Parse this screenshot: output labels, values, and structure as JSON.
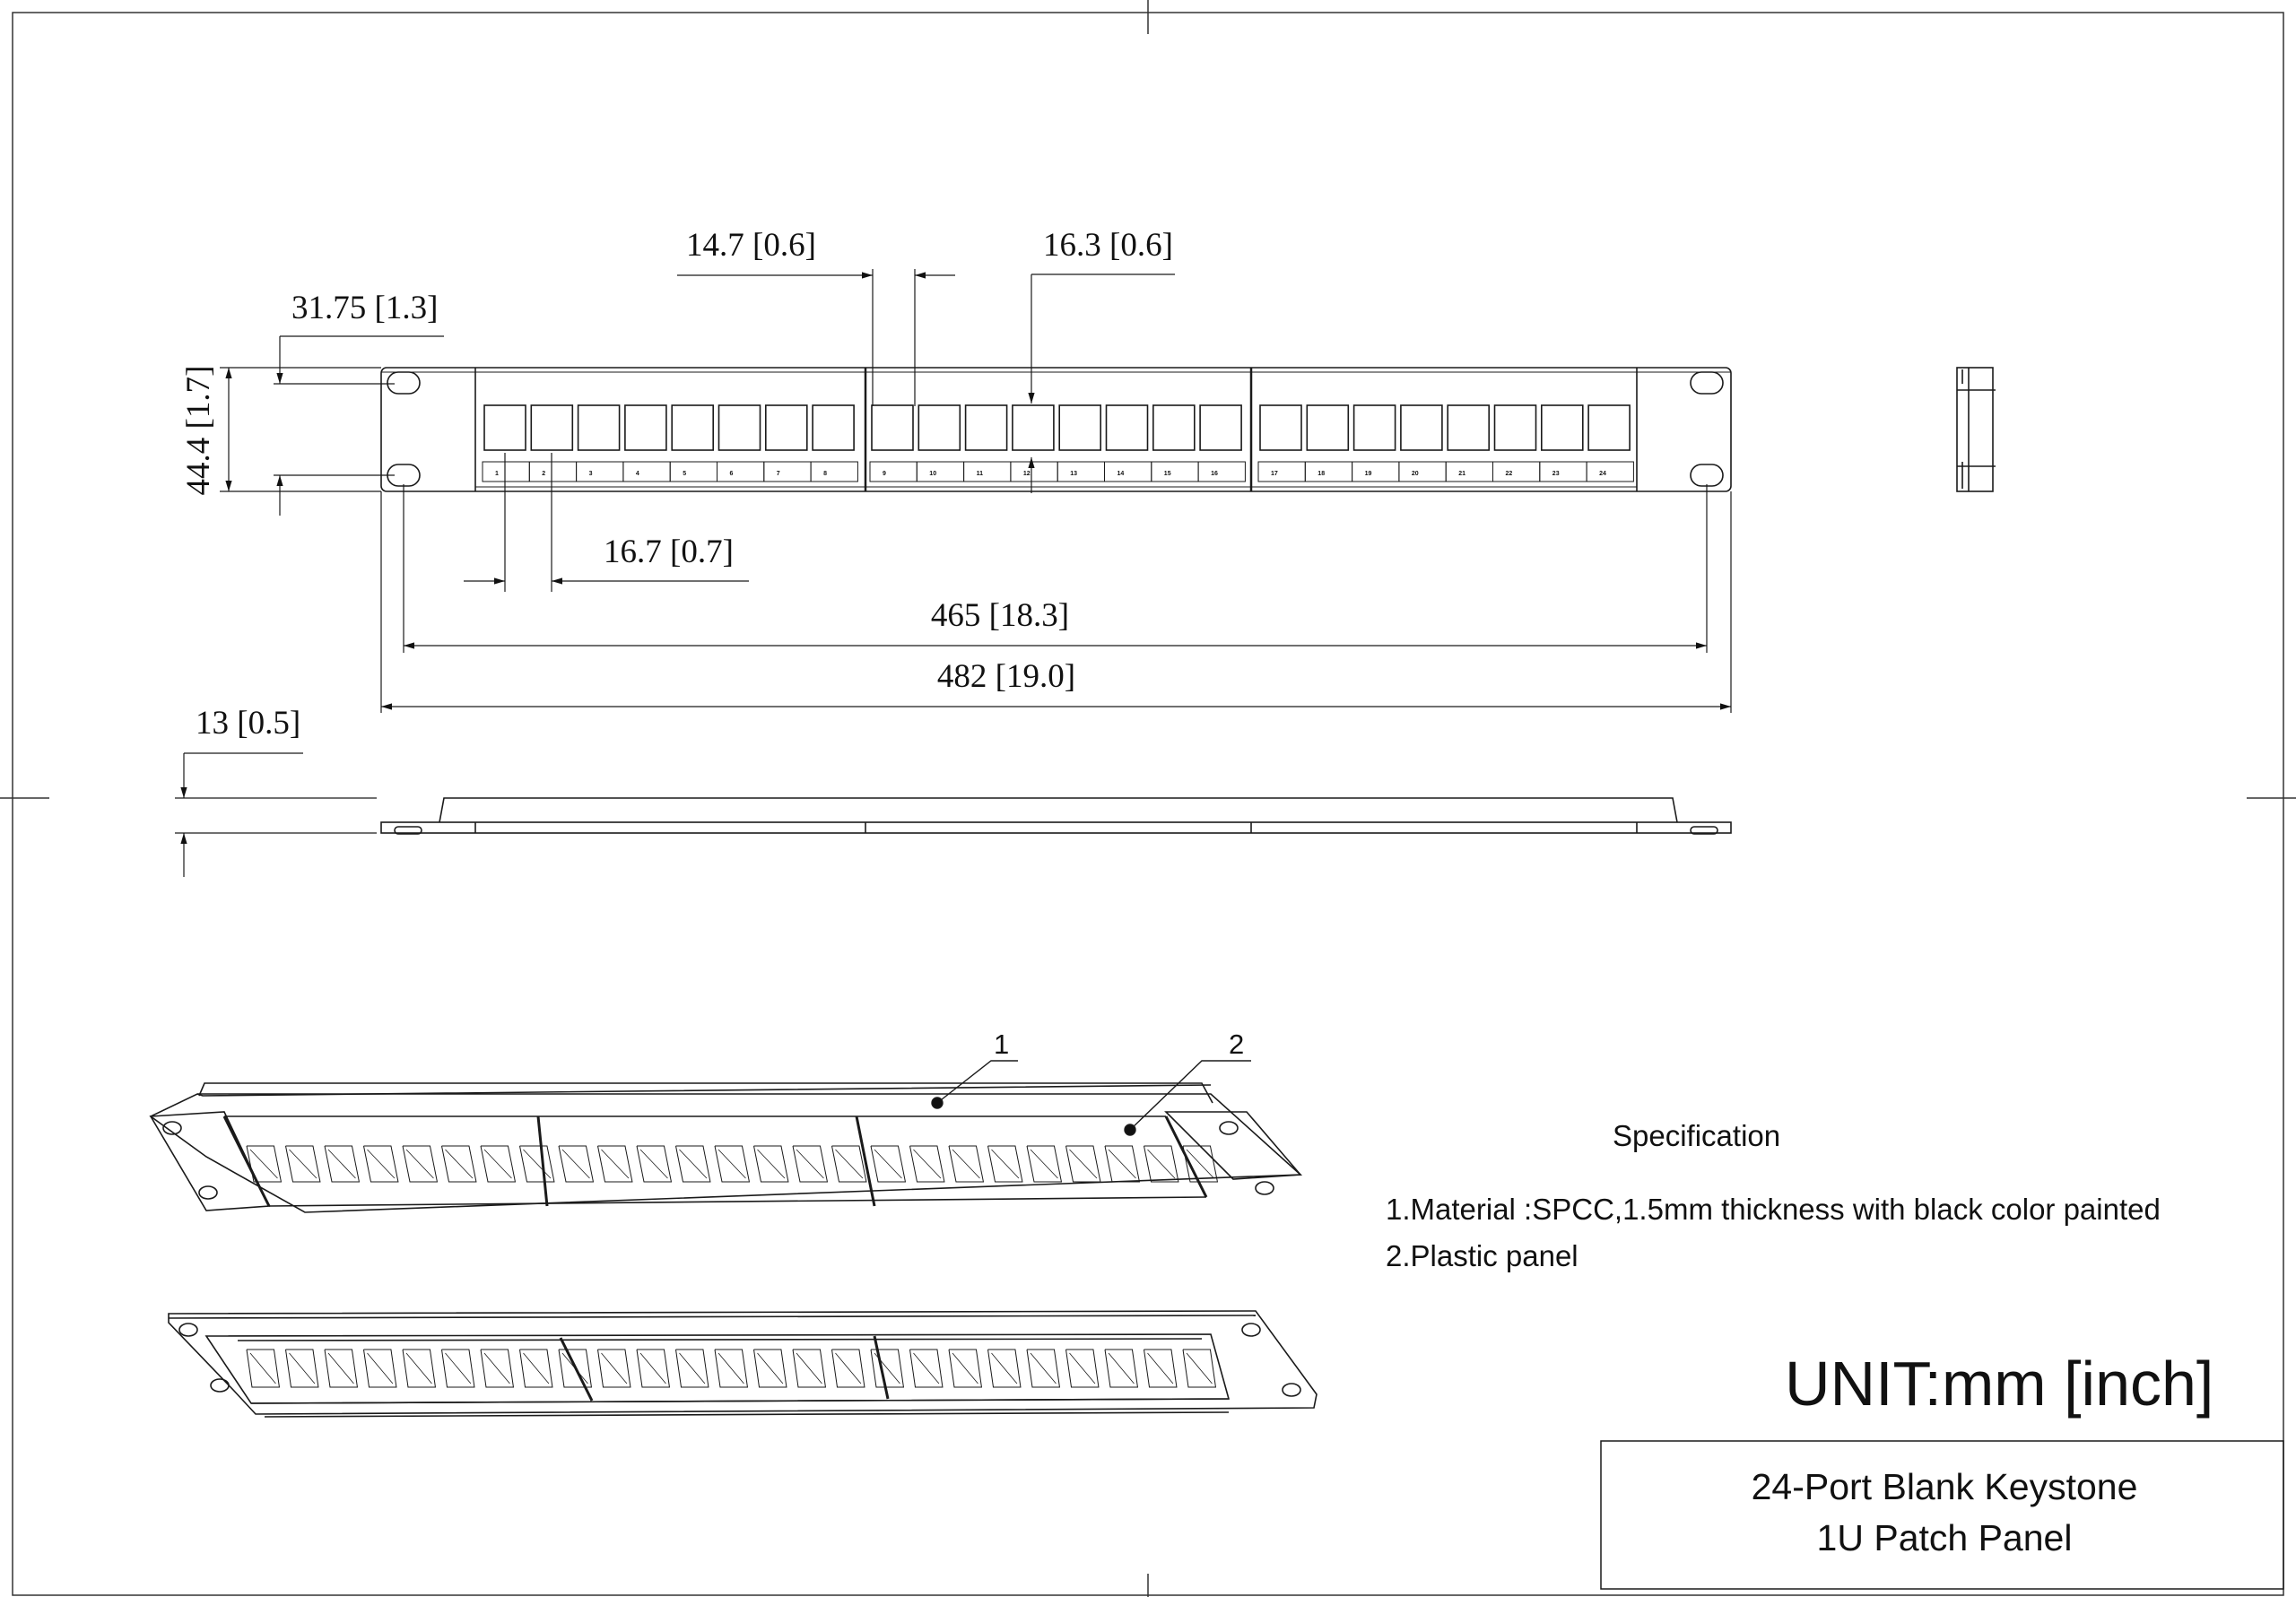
{
  "dimensions": {
    "d_31_75": "31.75 [1.3]",
    "d_44_4": "44.4 [1.7]",
    "d_14_7": "14.7 [0.6]",
    "d_16_3": "16.3 [0.6]",
    "d_16_7": "16.7 [0.7]",
    "d_465": "465 [18.3]",
    "d_482": "482 [19.0]",
    "d_13": "13 [0.5]"
  },
  "ports": [
    "1",
    "2",
    "3",
    "4",
    "5",
    "6",
    "7",
    "8",
    "9",
    "10",
    "11",
    "12",
    "13",
    "14",
    "15",
    "16",
    "17",
    "18",
    "19",
    "20",
    "21",
    "22",
    "23",
    "24"
  ],
  "callouts": {
    "c1": "1",
    "c2": "2"
  },
  "specification": {
    "heading": "Specification",
    "items": [
      "1.Material :SPCC,1.5mm thickness with black color painted",
      "2.Plastic panel"
    ]
  },
  "unit_label": "UNIT:mm [inch]",
  "title_block": {
    "line1": "24-Port Blank Keystone",
    "line2": "1U Patch Panel"
  },
  "colors": {
    "line": "#1a1a1a",
    "background": "#ffffff"
  }
}
